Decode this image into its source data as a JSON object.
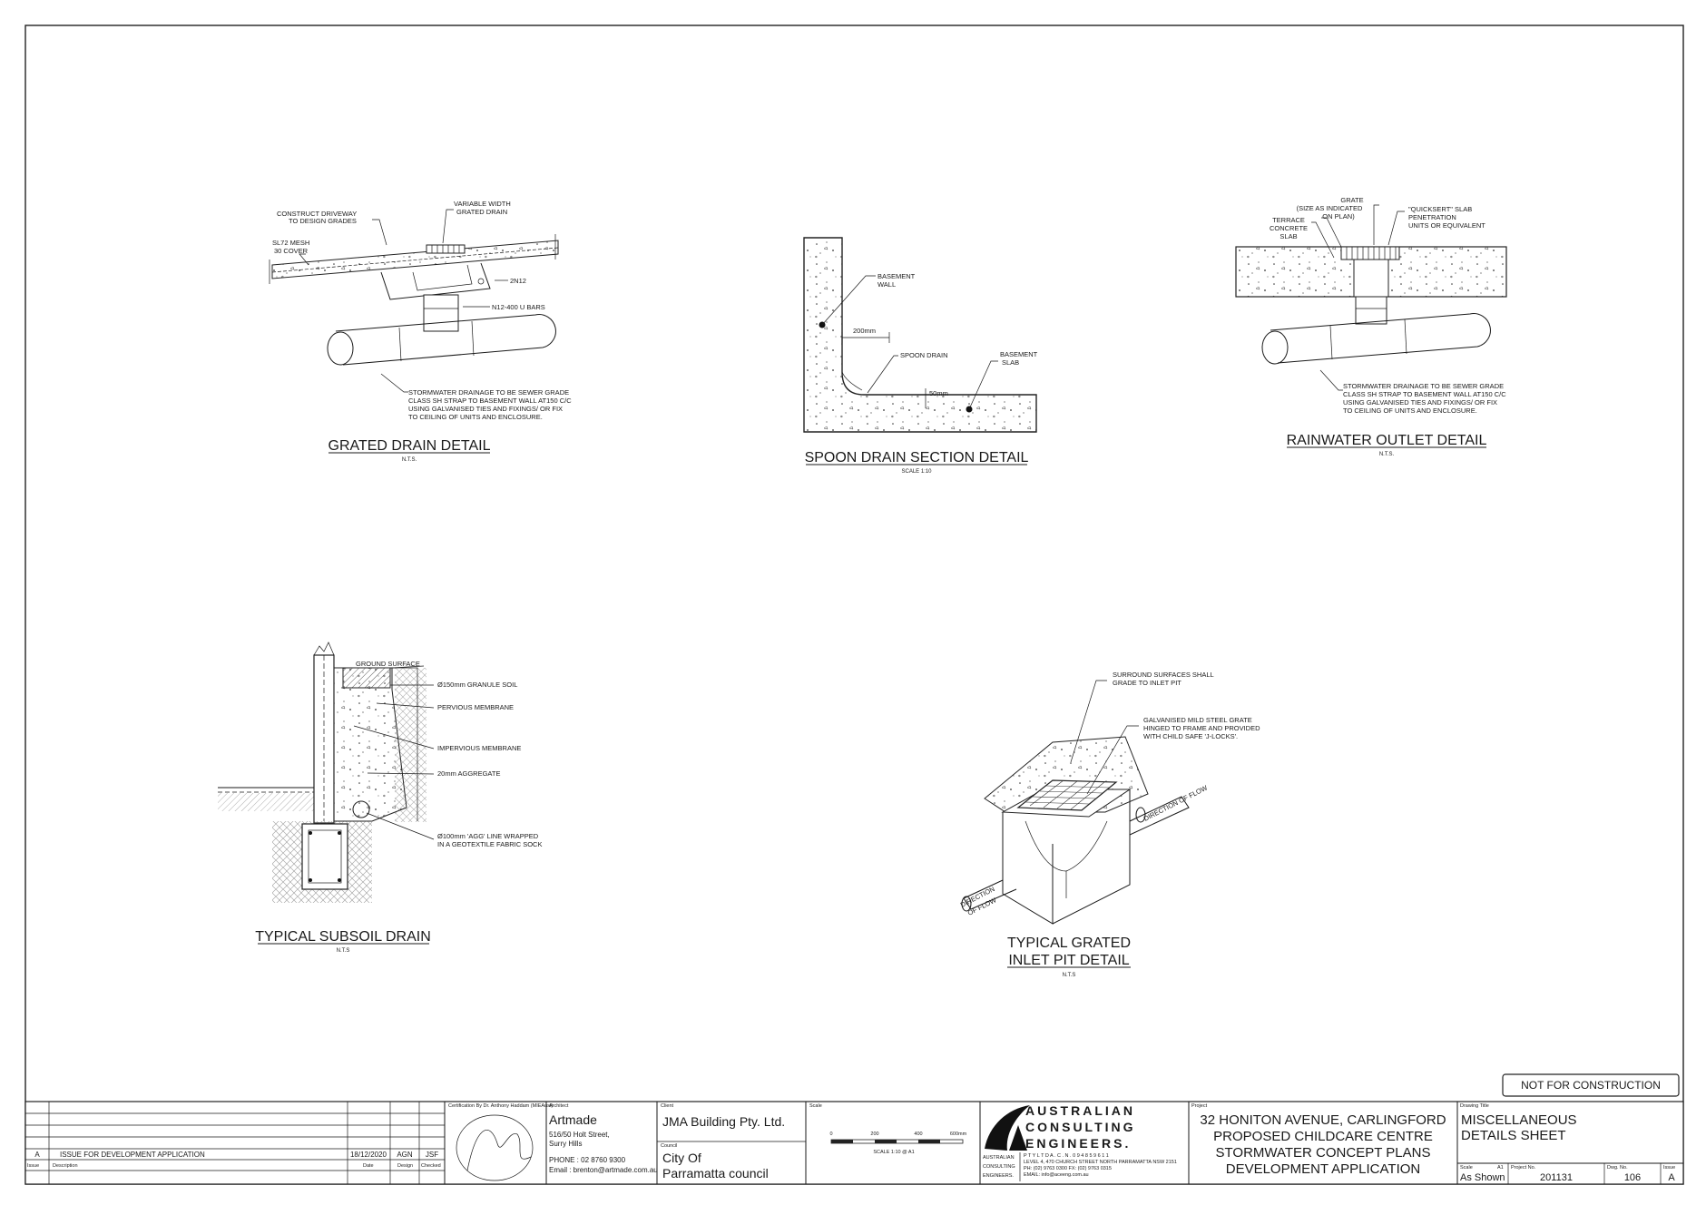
{
  "details": {
    "grated": {
      "title": "GRATED DRAIN DETAIL",
      "scale": "N.T.S.",
      "labels": [
        "CONSTRUCT DRIVEWAY",
        "TO DESIGN GRADES",
        "VARIABLE WIDTH",
        "GRATED DRAIN",
        "SL72 MESH",
        "30 COVER",
        "2N12",
        "N12-400 U BARS",
        "STORMWATER DRAINAGE TO BE SEWER GRADE",
        "CLASS SH STRAP TO BASEMENT WALL AT150 C/C",
        "USING GALVANISED TIES AND FIXINGS/ OR FIX",
        "TO CEILING OF UNITS AND ENCLOSURE."
      ]
    },
    "spoon": {
      "title": "SPOON DRAIN SECTION DETAIL",
      "scale": "SCALE 1:10",
      "labels": [
        "BASEMENT",
        "WALL",
        "200mm",
        "SPOON DRAIN",
        "BASEMENT",
        "SLAB",
        "50mm"
      ]
    },
    "rainwater": {
      "title": "RAINWATER OUTLET DETAIL",
      "scale": "N.T.S.",
      "labels": [
        "GRATE",
        "(SIZE AS INDICATED",
        "ON PLAN)",
        "TERRACE",
        "CONCRETE",
        "SLAB",
        "\"QUICKSERT\" SLAB",
        "PENETRATION",
        "UNITS OR EQUIVALENT",
        "STORMWATER DRAINAGE TO BE SEWER GRADE",
        "CLASS SH STRAP TO BASEMENT WALL AT150 C/C",
        "USING GALVANISED TIES AND FIXINGS/ OR FIX",
        "TO CEILING OF UNITS AND ENCLOSURE."
      ]
    },
    "subsoil": {
      "title": "TYPICAL SUBSOIL DRAIN",
      "scale": "N.T.S",
      "labels": [
        "GROUND SURFACE",
        "Ø150mm GRANULE SOIL",
        "PERVIOUS MEMBRANE",
        "IMPERVIOUS MEMBRANE",
        "20mm AGGREGATE",
        "Ø100mm 'AGG' LINE WRAPPED",
        "IN A GEOTEXTILE FABRIC SOCK"
      ]
    },
    "inlet": {
      "title1": "TYPICAL GRATED",
      "title2": "INLET PIT DETAIL",
      "scale": "N.T.S",
      "labels": [
        "SURROUND SURFACES SHALL",
        "GRADE TO INLET PIT",
        "GALVANISED MILD STEEL GRATE",
        "HINGED TO FRAME AND PROVIDED",
        "WITH CHILD SAFE 'J-LOCKS'.",
        "DIRECTION OF FLOW",
        "DIRECTION",
        "OF FLOW"
      ]
    }
  },
  "stamp": "NOT FOR CONSTRUCTION",
  "titleblock": {
    "revision": {
      "issue": "A",
      "description": "ISSUE FOR DEVELOPMENT APPLICATION",
      "date": "18/12/2020",
      "design": "AGN",
      "checked": "JSF"
    },
    "rev_headers": {
      "issue": "Issue",
      "description": "Description",
      "date": "Date",
      "design": "Design",
      "checked": "Checked"
    },
    "certification": "Certification By Dr. Anthony Haddam (MIEAust)",
    "architect": {
      "label": "Architect",
      "name": "Artmade",
      "address1": "516/50 Holt Street,",
      "address2": "Surry Hills",
      "phone": "PHONE : 02 8760 9300",
      "email": "Email : brenton@artmade.com.au"
    },
    "client": {
      "label": "Client",
      "name": "JMA Building Pty. Ltd."
    },
    "council": {
      "label": "Council",
      "line1": "City Of",
      "line2": "Parramatta council"
    },
    "scale": {
      "label": "Scale",
      "ticks": [
        "0",
        "200",
        "400",
        "600mm"
      ],
      "note": "SCALE 1:10 @ A1"
    },
    "company": {
      "line1": "AUSTRALIAN",
      "line2": "CONSULTING",
      "line3": "ENGINEERS.",
      "side1": "AUSTRALIAN",
      "side2": "CONSULTING",
      "side3": "ENGINEERS.",
      "ptyltd": "P T Y   L T D     A . C . N .   0 9 4   8 5 9   6 1 1",
      "address": "LEVEL 4, 470 CHURCH STREET NORTH PARRAMATTA NSW 2151",
      "phone": "PH: (02) 9763 0300    FX: (02) 9763 0315",
      "email": "EMAIL: info@aceeng.com.au"
    },
    "project": {
      "label": "Project",
      "line1": "32 HONITON AVENUE, CARLINGFORD",
      "line2": "PROPOSED CHILDCARE CENTRE",
      "line3": "STORMWATER CONCEPT PLANS",
      "line4": "DEVELOPMENT APPLICATION"
    },
    "drawing": {
      "label": "Drawing Title",
      "line1": "MISCELLANEOUS",
      "line2": "DETAILS SHEET"
    },
    "bottom": {
      "scale_label": "Scale",
      "size": "A1",
      "scale_value": "As Shown",
      "project_label": "Project No.",
      "project_no": "201131",
      "dwg_label": "Dwg. No.",
      "dwg_no": "106",
      "issue_label": "Issue",
      "issue": "A"
    }
  }
}
